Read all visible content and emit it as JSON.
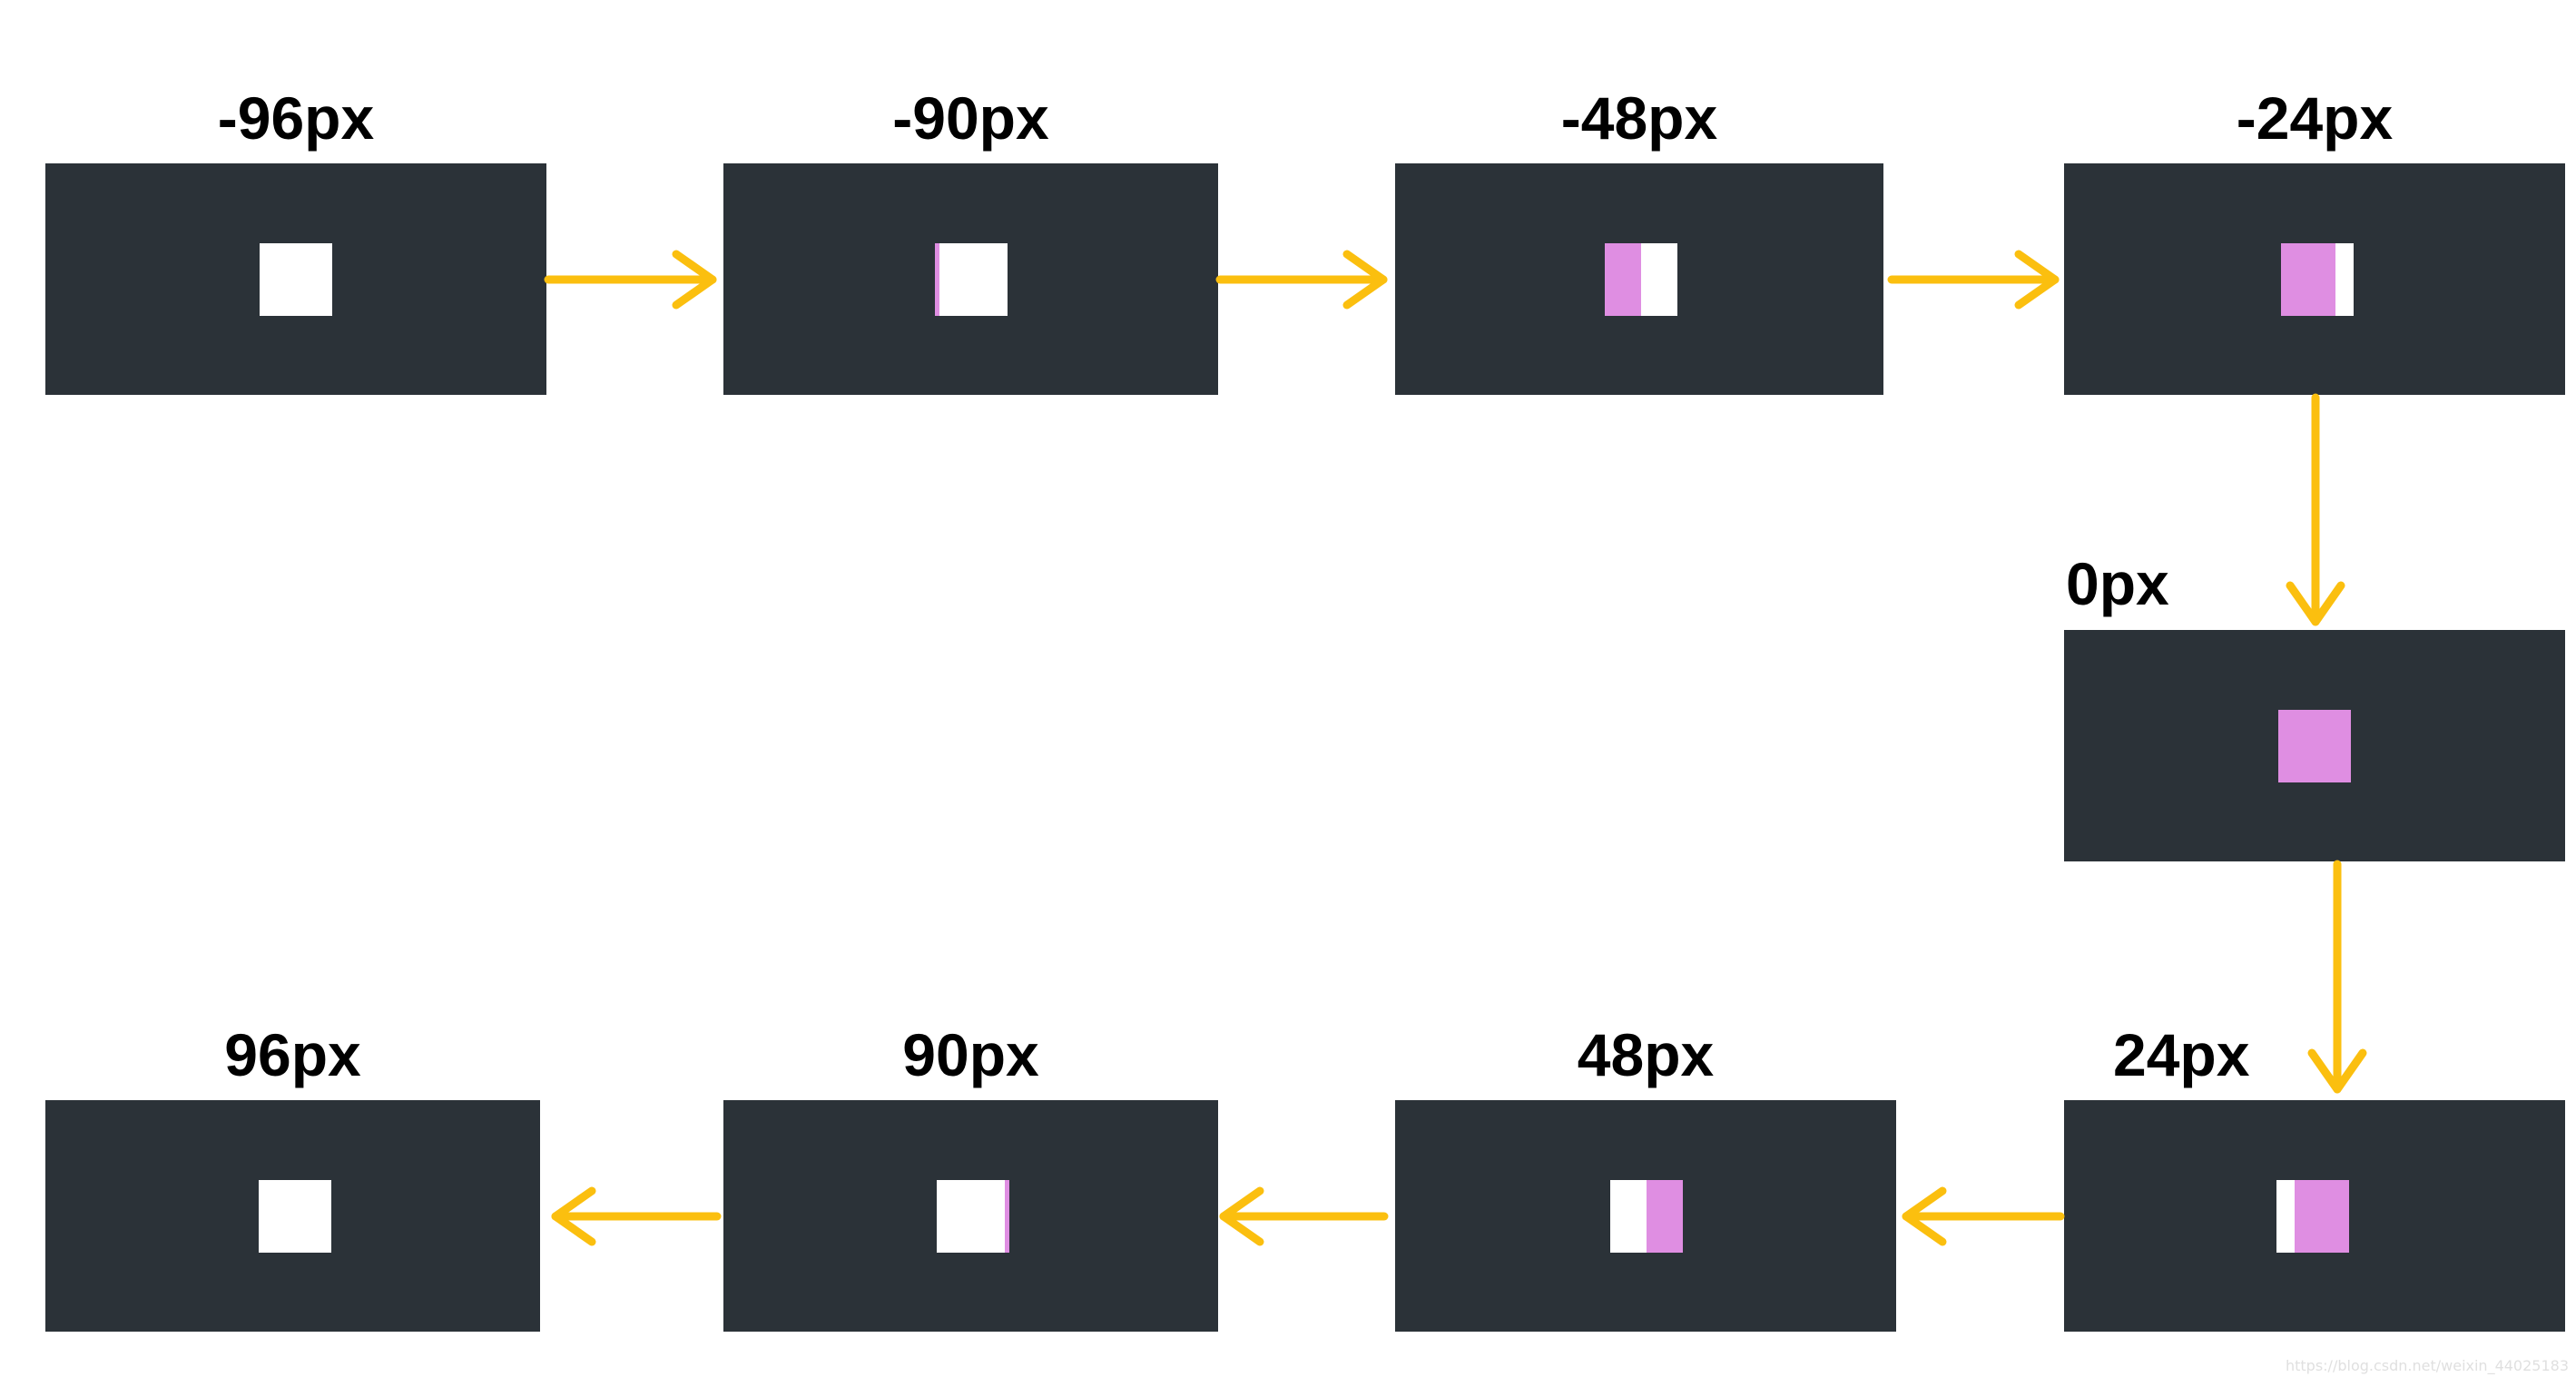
{
  "colors": {
    "frame": "#2b3238",
    "square_base": "#ffffff",
    "square_fill": "#df8ee2",
    "arrow": "#fbbf0f"
  },
  "frames": [
    {
      "label": "-96px",
      "fill_fraction": 0,
      "fill_from": "left"
    },
    {
      "label": "-90px",
      "fill_fraction": 0.06,
      "fill_from": "left"
    },
    {
      "label": "-48px",
      "fill_fraction": 0.5,
      "fill_from": "left"
    },
    {
      "label": "-24px",
      "fill_fraction": 0.75,
      "fill_from": "left"
    },
    {
      "label": "0px",
      "fill_fraction": 1,
      "fill_from": "left"
    },
    {
      "label": "24px",
      "fill_fraction": 0.75,
      "fill_from": "right"
    },
    {
      "label": "48px",
      "fill_fraction": 0.5,
      "fill_from": "right"
    },
    {
      "label": "90px",
      "fill_fraction": 0.06,
      "fill_from": "right"
    },
    {
      "label": "96px",
      "fill_fraction": 0,
      "fill_from": "right"
    }
  ],
  "watermark": "https://blog.csdn.net/weixin_44025183"
}
